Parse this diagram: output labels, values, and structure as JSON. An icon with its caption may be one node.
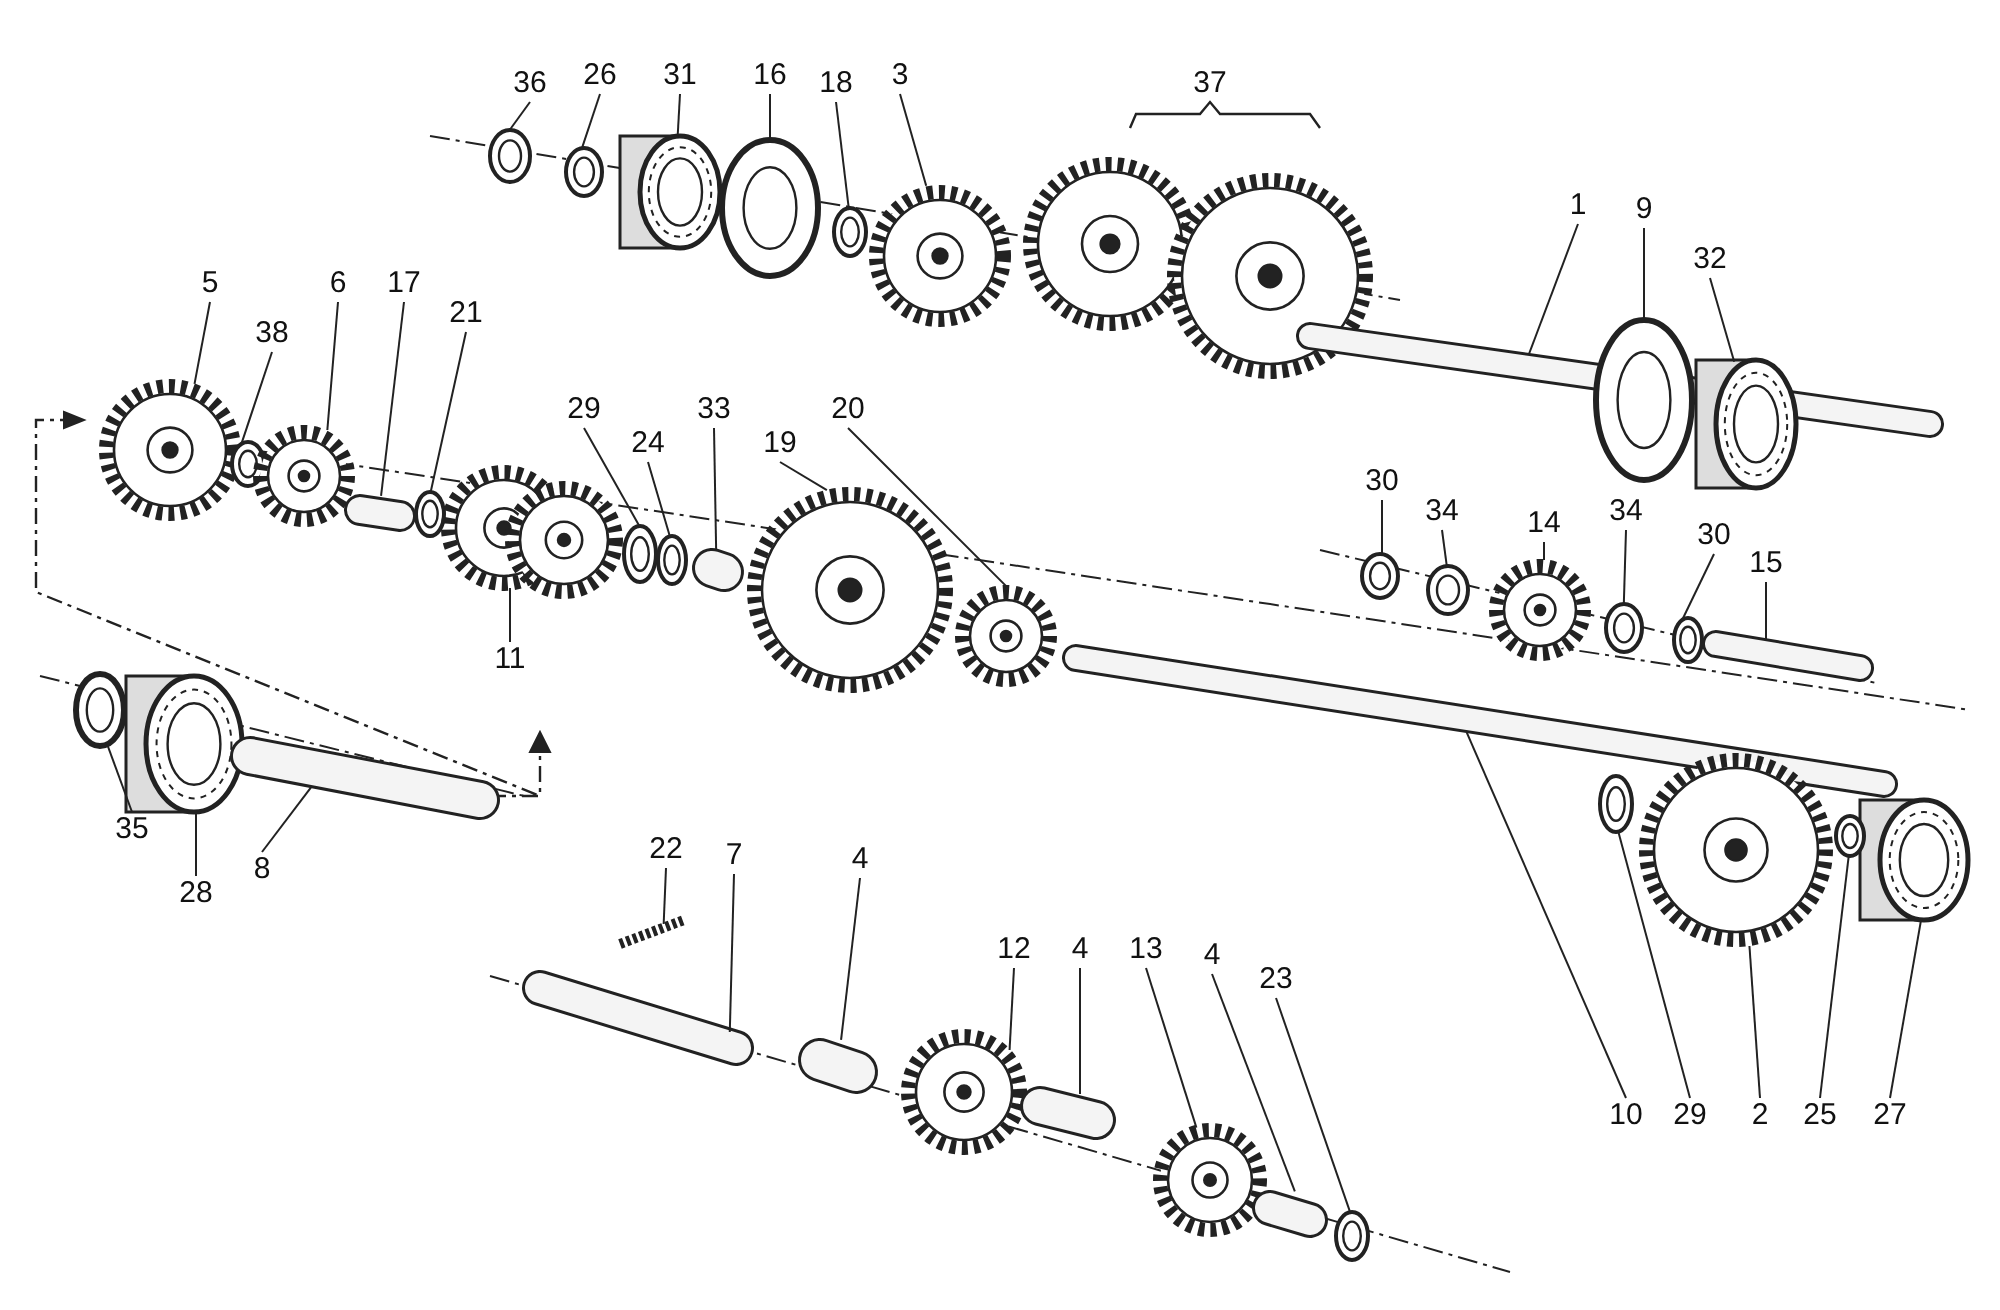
{
  "diagram": {
    "nodes": [
      {
        "text": [
          "36"
        ]
      },
      {
        "text": [
          "26"
        ]
      },
      {
        "text": [
          "31"
        ]
      },
      {
        "text": [
          "16"
        ]
      },
      {
        "text": [
          "18"
        ]
      },
      {
        "text": [
          "3"
        ]
      },
      {
        "text": [
          "1"
        ]
      },
      {
        "text": [
          "9"
        ]
      },
      {
        "text": [
          "32"
        ]
      },
      {
        "text": [
          "5"
        ]
      },
      {
        "text": [
          "6"
        ]
      },
      {
        "text": [
          "17"
        ]
      },
      {
        "text": [
          "21"
        ]
      },
      {
        "text": [
          "38"
        ]
      },
      {
        "text": [
          "29"
        ]
      },
      {
        "text": [
          "33"
        ]
      },
      {
        "text": [
          "19"
        ]
      },
      {
        "text": [
          "20"
        ]
      },
      {
        "text": [
          "24"
        ]
      },
      {
        "text": [
          "30"
        ]
      },
      {
        "text": [
          "34"
        ]
      },
      {
        "text": [
          "14"
        ]
      },
      {
        "text": [
          "34"
        ]
      },
      {
        "text": [
          "30"
        ]
      },
      {
        "text": [
          "15"
        ]
      },
      {
        "text": [
          "11"
        ]
      },
      {
        "text": [
          "35"
        ]
      },
      {
        "text": [
          "8"
        ]
      },
      {
        "text": [
          "22"
        ]
      },
      {
        "text": [
          "7"
        ]
      },
      {
        "text": [
          "4"
        ]
      },
      {
        "text": [
          "28"
        ]
      },
      {
        "text": [
          "12"
        ]
      },
      {
        "text": [
          "4"
        ]
      },
      {
        "text": [
          "13"
        ]
      },
      {
        "text": [
          "4"
        ]
      },
      {
        "text": [
          "23"
        ]
      },
      {
        "text": [
          "10"
        ]
      },
      {
        "text": [
          "29"
        ]
      },
      {
        "text": [
          "2"
        ]
      },
      {
        "text": [
          "25"
        ]
      },
      {
        "text": [
          "27"
        ]
      },
      {
        "text": [],
        "shape": "picture"
      },
      {
        "text": [],
        "shape": "picture"
      },
      {
        "text": [],
        "shape": "picture"
      },
      {
        "text": [],
        "shape": "picture"
      },
      {
        "text": [],
        "shape": "picture"
      },
      {
        "text": [],
        "shape": "picture"
      },
      {
        "text": [],
        "shape": "picture"
      },
      {
        "text": [],
        "shape": "picture"
      },
      {
        "text": [],
        "shape": "picture"
      },
      {
        "text": [],
        "shape": "picture"
      },
      {
        "text": [],
        "shape": "picture"
      },
      {
        "text": [],
        "shape": "picture"
      },
      {
        "text": [],
        "shape": "picture"
      },
      {
        "text": [],
        "shape": "picture"
      },
      {
        "text": [],
        "shape": "picture"
      },
      {
        "text": [],
        "shape": "picture"
      },
      {
        "text": [],
        "shape": "picture"
      },
      {
        "text": [],
        "shape": "picture"
      },
      {
        "text": [],
        "shape": "picture"
      },
      {
        "text": [],
        "shape": "picture"
      },
      {
        "text": [],
        "shape": "picture"
      },
      {
        "text": [],
        "shape": "picture"
      },
      {
        "text": [],
        "shape": "picture"
      },
      {
        "text": [],
        "shape": "picture"
      },
      {
        "text": [],
        "shape": "picture"
      },
      {
        "text": [],
        "shape": "picture"
      },
      {
        "text": [],
        "shape": "picture"
      },
      {
        "text": [],
        "shape": "picture"
      },
      {
        "text": [],
        "shape": "picture"
      },
      {
        "text": [],
        "shape": "picture"
      },
      {
        "text": [],
        "shape": "picture"
      },
      {
        "text": [],
        "shape": "picture"
      },
      {
        "text": [],
        "shape": "picture"
      },
      {
        "text": [],
        "shape": "picture"
      },
      {
        "text": [],
        "shape": "picture"
      },
      {
        "text": [],
        "shape": "picture"
      },
      {
        "text": [],
        "shape": "picture"
      },
      {
        "text": [],
        "shape": "picture"
      },
      {
        "text": [],
        "shape": "picture"
      },
      {
        "text": [],
        "shape": "picture"
      },
      {
        "text": [],
        "shape": "picture"
      },
      {
        "text": [],
        "shape": "picture"
      }
    ],
    "edges": [
      {
        "from": 0,
        "to": 42,
        "arrow": "none"
      },
      {
        "from": 1,
        "to": 43,
        "arrow": "none"
      },
      {
        "from": 2,
        "to": 44,
        "arrow": "none"
      },
      {
        "from": 3,
        "to": 45,
        "arrow": "none"
      },
      {
        "from": 4,
        "to": 46,
        "arrow": "none"
      },
      {
        "from": 5,
        "to": 47,
        "arrow": "none"
      },
      {
        "from": 6,
        "to": 48,
        "arrow": "none"
      },
      {
        "from": 7,
        "to": 49,
        "arrow": "none"
      },
      {
        "from": 8,
        "to": 50,
        "arrow": "none"
      },
      {
        "from": 9,
        "to": 51,
        "arrow": "none"
      },
      {
        "from": 10,
        "to": 52,
        "arrow": "none"
      },
      {
        "from": 11,
        "to": 53,
        "arrow": "none"
      },
      {
        "from": 12,
        "to": 54,
        "arrow": "none"
      },
      {
        "from": 13,
        "to": 55,
        "arrow": "none"
      },
      {
        "from": 14,
        "to": 56,
        "arrow": "none"
      },
      {
        "from": 15,
        "to": 57,
        "arrow": "none"
      },
      {
        "from": 16,
        "to": 58,
        "arrow": "none"
      },
      {
        "from": 17,
        "to": 59,
        "arrow": "none"
      },
      {
        "from": 18,
        "to": 60,
        "arrow": "none"
      },
      {
        "from": 19,
        "to": 61,
        "arrow": "none"
      },
      {
        "from": 20,
        "to": 62,
        "arrow": "none"
      },
      {
        "from": 21,
        "to": 63,
        "arrow": "none"
      },
      {
        "from": 22,
        "to": 64,
        "arrow": "none"
      },
      {
        "from": 23,
        "to": 65,
        "arrow": "none"
      },
      {
        "from": 24,
        "to": 66,
        "arrow": "none"
      },
      {
        "from": 25,
        "to": 67,
        "arrow": "none"
      },
      {
        "from": 26,
        "to": 68,
        "arrow": "none"
      },
      {
        "from": 27,
        "to": 69,
        "arrow": "none"
      },
      {
        "from": 28,
        "to": 70,
        "arrow": "none"
      },
      {
        "from": 29,
        "to": 71,
        "arrow": "none"
      },
      {
        "from": 30,
        "to": 72,
        "arrow": "none"
      },
      {
        "from": 31,
        "to": 73,
        "arrow": "none"
      },
      {
        "from": 32,
        "to": 74,
        "arrow": "none"
      },
      {
        "from": 33,
        "to": 75,
        "arrow": "none"
      },
      {
        "from": 34,
        "to": 76,
        "arrow": "none"
      },
      {
        "from": 35,
        "to": 77,
        "arrow": "none"
      },
      {
        "from": 36,
        "to": 78,
        "arrow": "none"
      },
      {
        "from": 37,
        "to": 79,
        "arrow": "none"
      },
      {
        "from": 38,
        "to": 80,
        "arrow": "none"
      },
      {
        "from": 39,
        "to": 81,
        "arrow": "none"
      },
      {
        "from": 40,
        "to": 82,
        "arrow": "none"
      },
      {
        "from": 41,
        "to": 83,
        "arrow": "none"
      }
    ],
    "labels": [
      "37"
    ]
  }
}
